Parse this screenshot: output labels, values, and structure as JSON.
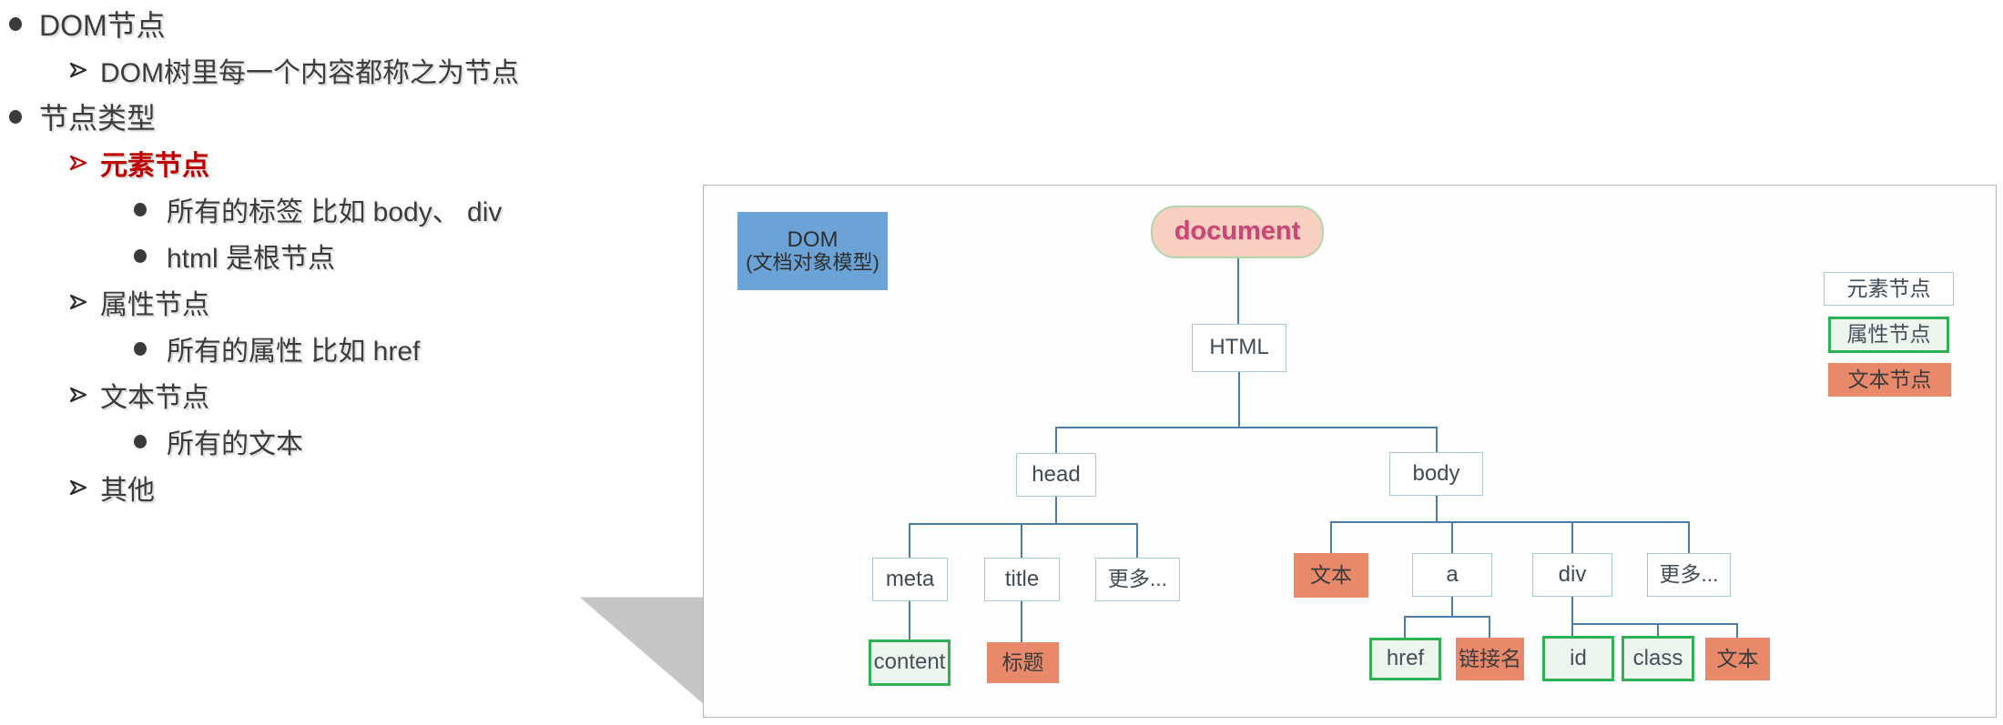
{
  "outline": {
    "items": [
      {
        "text": "DOM节点",
        "level": 1,
        "marker": "bullet",
        "style": "normal"
      },
      {
        "text": "DOM树里每一个内容都称之为节点",
        "level": 2,
        "marker": "arrow",
        "style": "normal"
      },
      {
        "text": "节点类型",
        "level": 1,
        "marker": "bullet",
        "style": "normal"
      },
      {
        "text": "元素节点",
        "level": 2,
        "marker": "arrow",
        "style": "red-bold"
      },
      {
        "text": "所有的标签 比如 body、 div",
        "level": 3,
        "marker": "bullet",
        "style": "normal"
      },
      {
        "text": "html 是根节点",
        "level": 3,
        "marker": "bullet",
        "style": "normal"
      },
      {
        "text": "属性节点",
        "level": 2,
        "marker": "arrow",
        "style": "normal"
      },
      {
        "text": "所有的属性 比如 href",
        "level": 3,
        "marker": "bullet",
        "style": "normal"
      },
      {
        "text": "文本节点",
        "level": 2,
        "marker": "arrow",
        "style": "normal"
      },
      {
        "text": "所有的文本",
        "level": 3,
        "marker": "bullet",
        "style": "normal"
      },
      {
        "text": "其他",
        "level": 2,
        "marker": "arrow",
        "style": "normal"
      }
    ]
  },
  "diagram": {
    "dom_label": {
      "line1": "DOM",
      "line2": "(文档对象模型)"
    },
    "nodes": [
      {
        "id": "document",
        "label": "document",
        "type": "document"
      },
      {
        "id": "html",
        "label": "HTML",
        "type": "element"
      },
      {
        "id": "head",
        "label": "head",
        "type": "element"
      },
      {
        "id": "body",
        "label": "body",
        "type": "element"
      },
      {
        "id": "meta",
        "label": "meta",
        "type": "element"
      },
      {
        "id": "title",
        "label": "title",
        "type": "element"
      },
      {
        "id": "more-head",
        "label": "更多...",
        "type": "element"
      },
      {
        "id": "text-under-body",
        "label": "文本",
        "type": "text"
      },
      {
        "id": "a",
        "label": "a",
        "type": "element"
      },
      {
        "id": "div",
        "label": "div",
        "type": "element"
      },
      {
        "id": "more-body",
        "label": "更多...",
        "type": "element"
      },
      {
        "id": "content",
        "label": "content",
        "type": "attribute"
      },
      {
        "id": "title-text",
        "label": "标题",
        "type": "text"
      },
      {
        "id": "href",
        "label": "href",
        "type": "attribute"
      },
      {
        "id": "link-name",
        "label": "链接名",
        "type": "text"
      },
      {
        "id": "id",
        "label": "id",
        "type": "attribute"
      },
      {
        "id": "class",
        "label": "class",
        "type": "attribute"
      },
      {
        "id": "text-under-div",
        "label": "文本",
        "type": "text"
      }
    ],
    "edges": [
      [
        "document",
        "html"
      ],
      [
        "html",
        "head"
      ],
      [
        "html",
        "body"
      ],
      [
        "head",
        "meta"
      ],
      [
        "head",
        "title"
      ],
      [
        "head",
        "more-head"
      ],
      [
        "meta",
        "content"
      ],
      [
        "title",
        "title-text"
      ],
      [
        "body",
        "text-under-body"
      ],
      [
        "body",
        "a"
      ],
      [
        "body",
        "div"
      ],
      [
        "body",
        "more-body"
      ],
      [
        "a",
        "href"
      ],
      [
        "a",
        "link-name"
      ],
      [
        "div",
        "id"
      ],
      [
        "div",
        "class"
      ],
      [
        "div",
        "text-under-div"
      ]
    ],
    "legend": [
      {
        "label": "元素节点",
        "type": "element"
      },
      {
        "label": "属性节点",
        "type": "attribute"
      },
      {
        "label": "文本节点",
        "type": "text"
      }
    ],
    "colors": {
      "connector": "#4d7ca6",
      "element_border": "#a8cbd6",
      "attribute_border": "#2fb254",
      "attribute_bg": "#edf5ee",
      "text_node_bg": "#e9896c",
      "document_bg": "#f8cfc1",
      "document_border": "#b0d7ab",
      "document_text": "#c94677",
      "dom_box_bg": "#6ba3d6",
      "red_item": "#c00000"
    }
  }
}
